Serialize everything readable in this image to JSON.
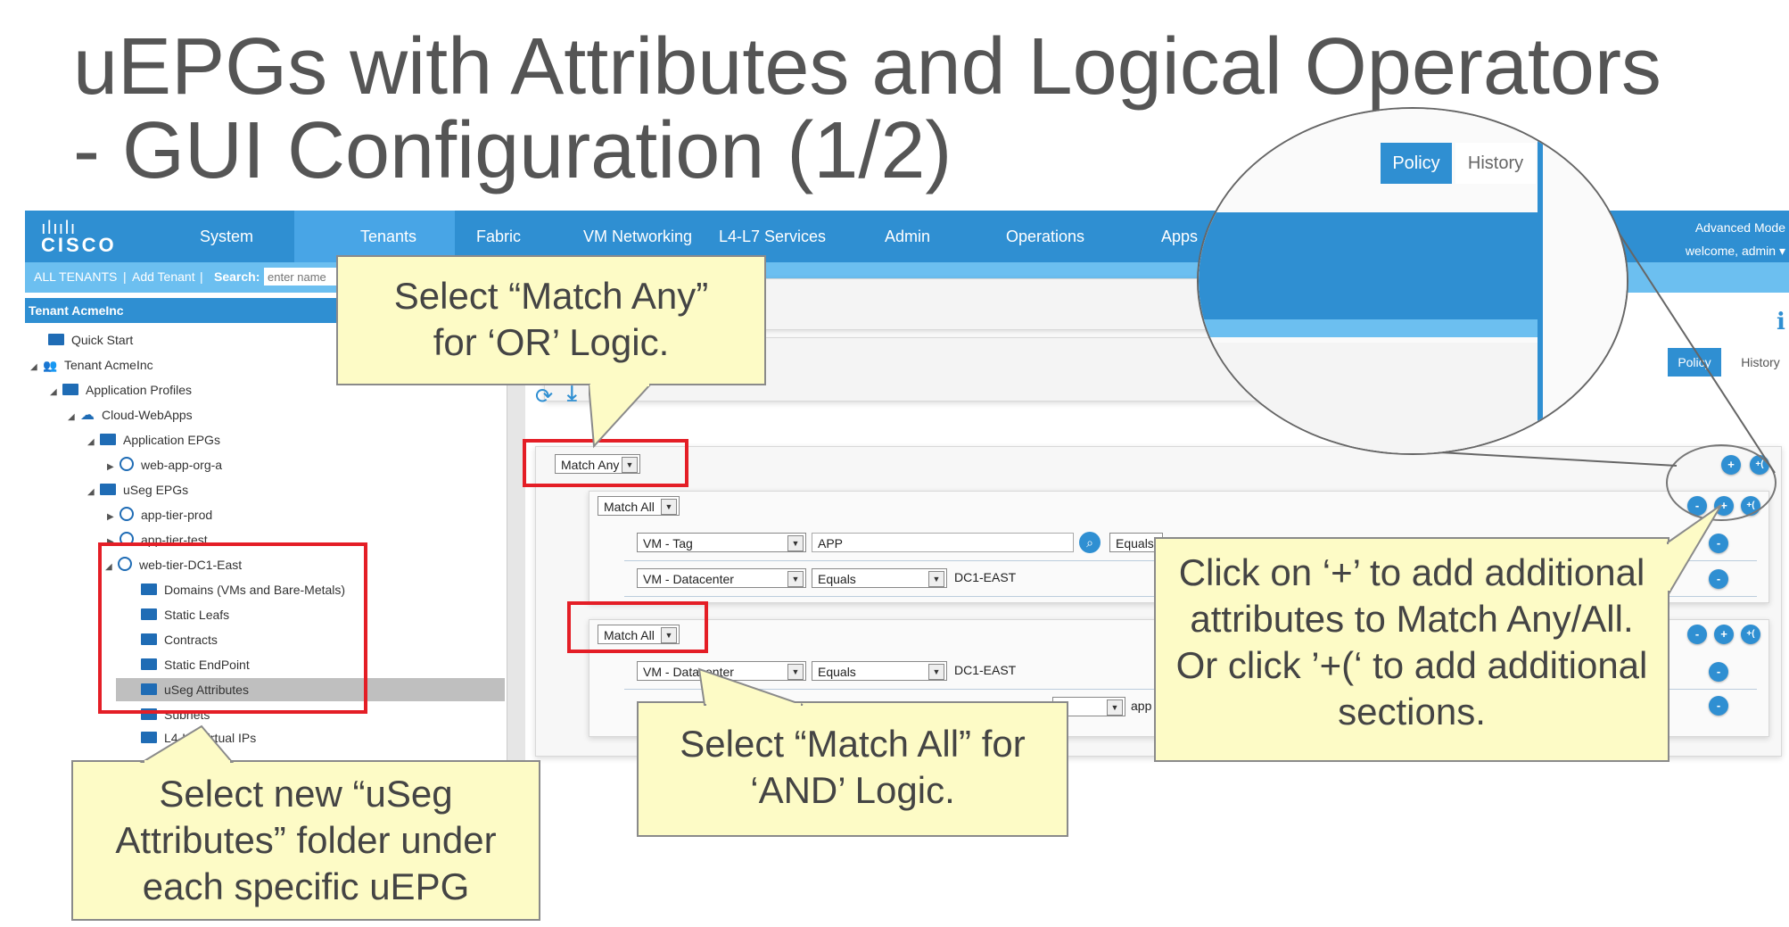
{
  "slide": {
    "title_line1": "uEPGs with Attributes and Logical Operators",
    "title_line2": "- GUI Configuration (1/2)"
  },
  "nav": {
    "logo_bars": "ılıılı",
    "logo_word": "CISCO",
    "items": [
      "System",
      "Tenants",
      "Fabric",
      "VM Networking",
      "L4-L7 Services",
      "Admin",
      "Operations",
      "Apps"
    ],
    "active": "Tenants",
    "mode": "Advanced Mode",
    "welcome": "welcome, admin ▾"
  },
  "subnav": {
    "all_tenants": "ALL TENANTS",
    "sep1": "|",
    "add_tenant": "Add Tenant",
    "sep2": "|",
    "search_label": "Search:",
    "search_placeholder": "enter name"
  },
  "tree": {
    "header": "Tenant AcmeInc",
    "rows": {
      "quick_start": "Quick Start",
      "tenant": "Tenant AcmeInc",
      "app_profiles": "Application Profiles",
      "cloud_webapps": "Cloud-WebApps",
      "app_epgs": "Application EPGs",
      "web_app_org_a": "web-app-org-a",
      "useg_epgs": "uSeg EPGs",
      "app_tier_prod": "app-tier-prod",
      "app_tier_test": "app-tier-test",
      "web_tier_dc1": "web-tier-DC1-East",
      "domains": "Domains (VMs and Bare-Metals)",
      "static_leafs": "Static Leafs",
      "contracts": "Contracts",
      "static_endpoint": "Static EndPoint",
      "useg_attributes": "uSeg Attributes",
      "subnets": "Subnets",
      "l4_virtual_ips": "L4-L7 Virtual IPs"
    }
  },
  "panel": {
    "match_any": "Match Any",
    "match_all_1": "Match All",
    "match_all_2": "Match All",
    "row1_type": "VM - Tag",
    "row1_value": "APP",
    "row1_op": "Equals",
    "row2_type": "VM - Datacenter",
    "row2_op": "Equals",
    "row2_value": "DC1-EAST",
    "row3_type": "VM - Datacenter",
    "row3_op": "Equals",
    "row3_value": "DC1-EAST",
    "row4_value": "app",
    "btn_add": "+",
    "btn_add_section": "+(",
    "btn_remove": "-"
  },
  "zoom": {
    "tab_policy": "Policy",
    "tab_history": "History"
  },
  "right_tabs": {
    "policy": "Policy",
    "history": "History",
    "info_icon": "i"
  },
  "callouts": {
    "match_any": "Select “Match Any” for ‘OR’ Logic.",
    "match_all": "Select “Match All” for ‘AND’ Logic.",
    "useg": "Select new “uSeg Attributes” folder under each specific uEPG",
    "click_plus": "Click on ‘+’ to add additional attributes to Match Any/All. Or click ’+(‘ to add additional sections."
  },
  "colors": {
    "nav_blue": "#2f8fd2",
    "subnav_blue": "#6cbff0",
    "callout_fill": "#fdfbc6",
    "highlight_red": "#e41e26"
  }
}
